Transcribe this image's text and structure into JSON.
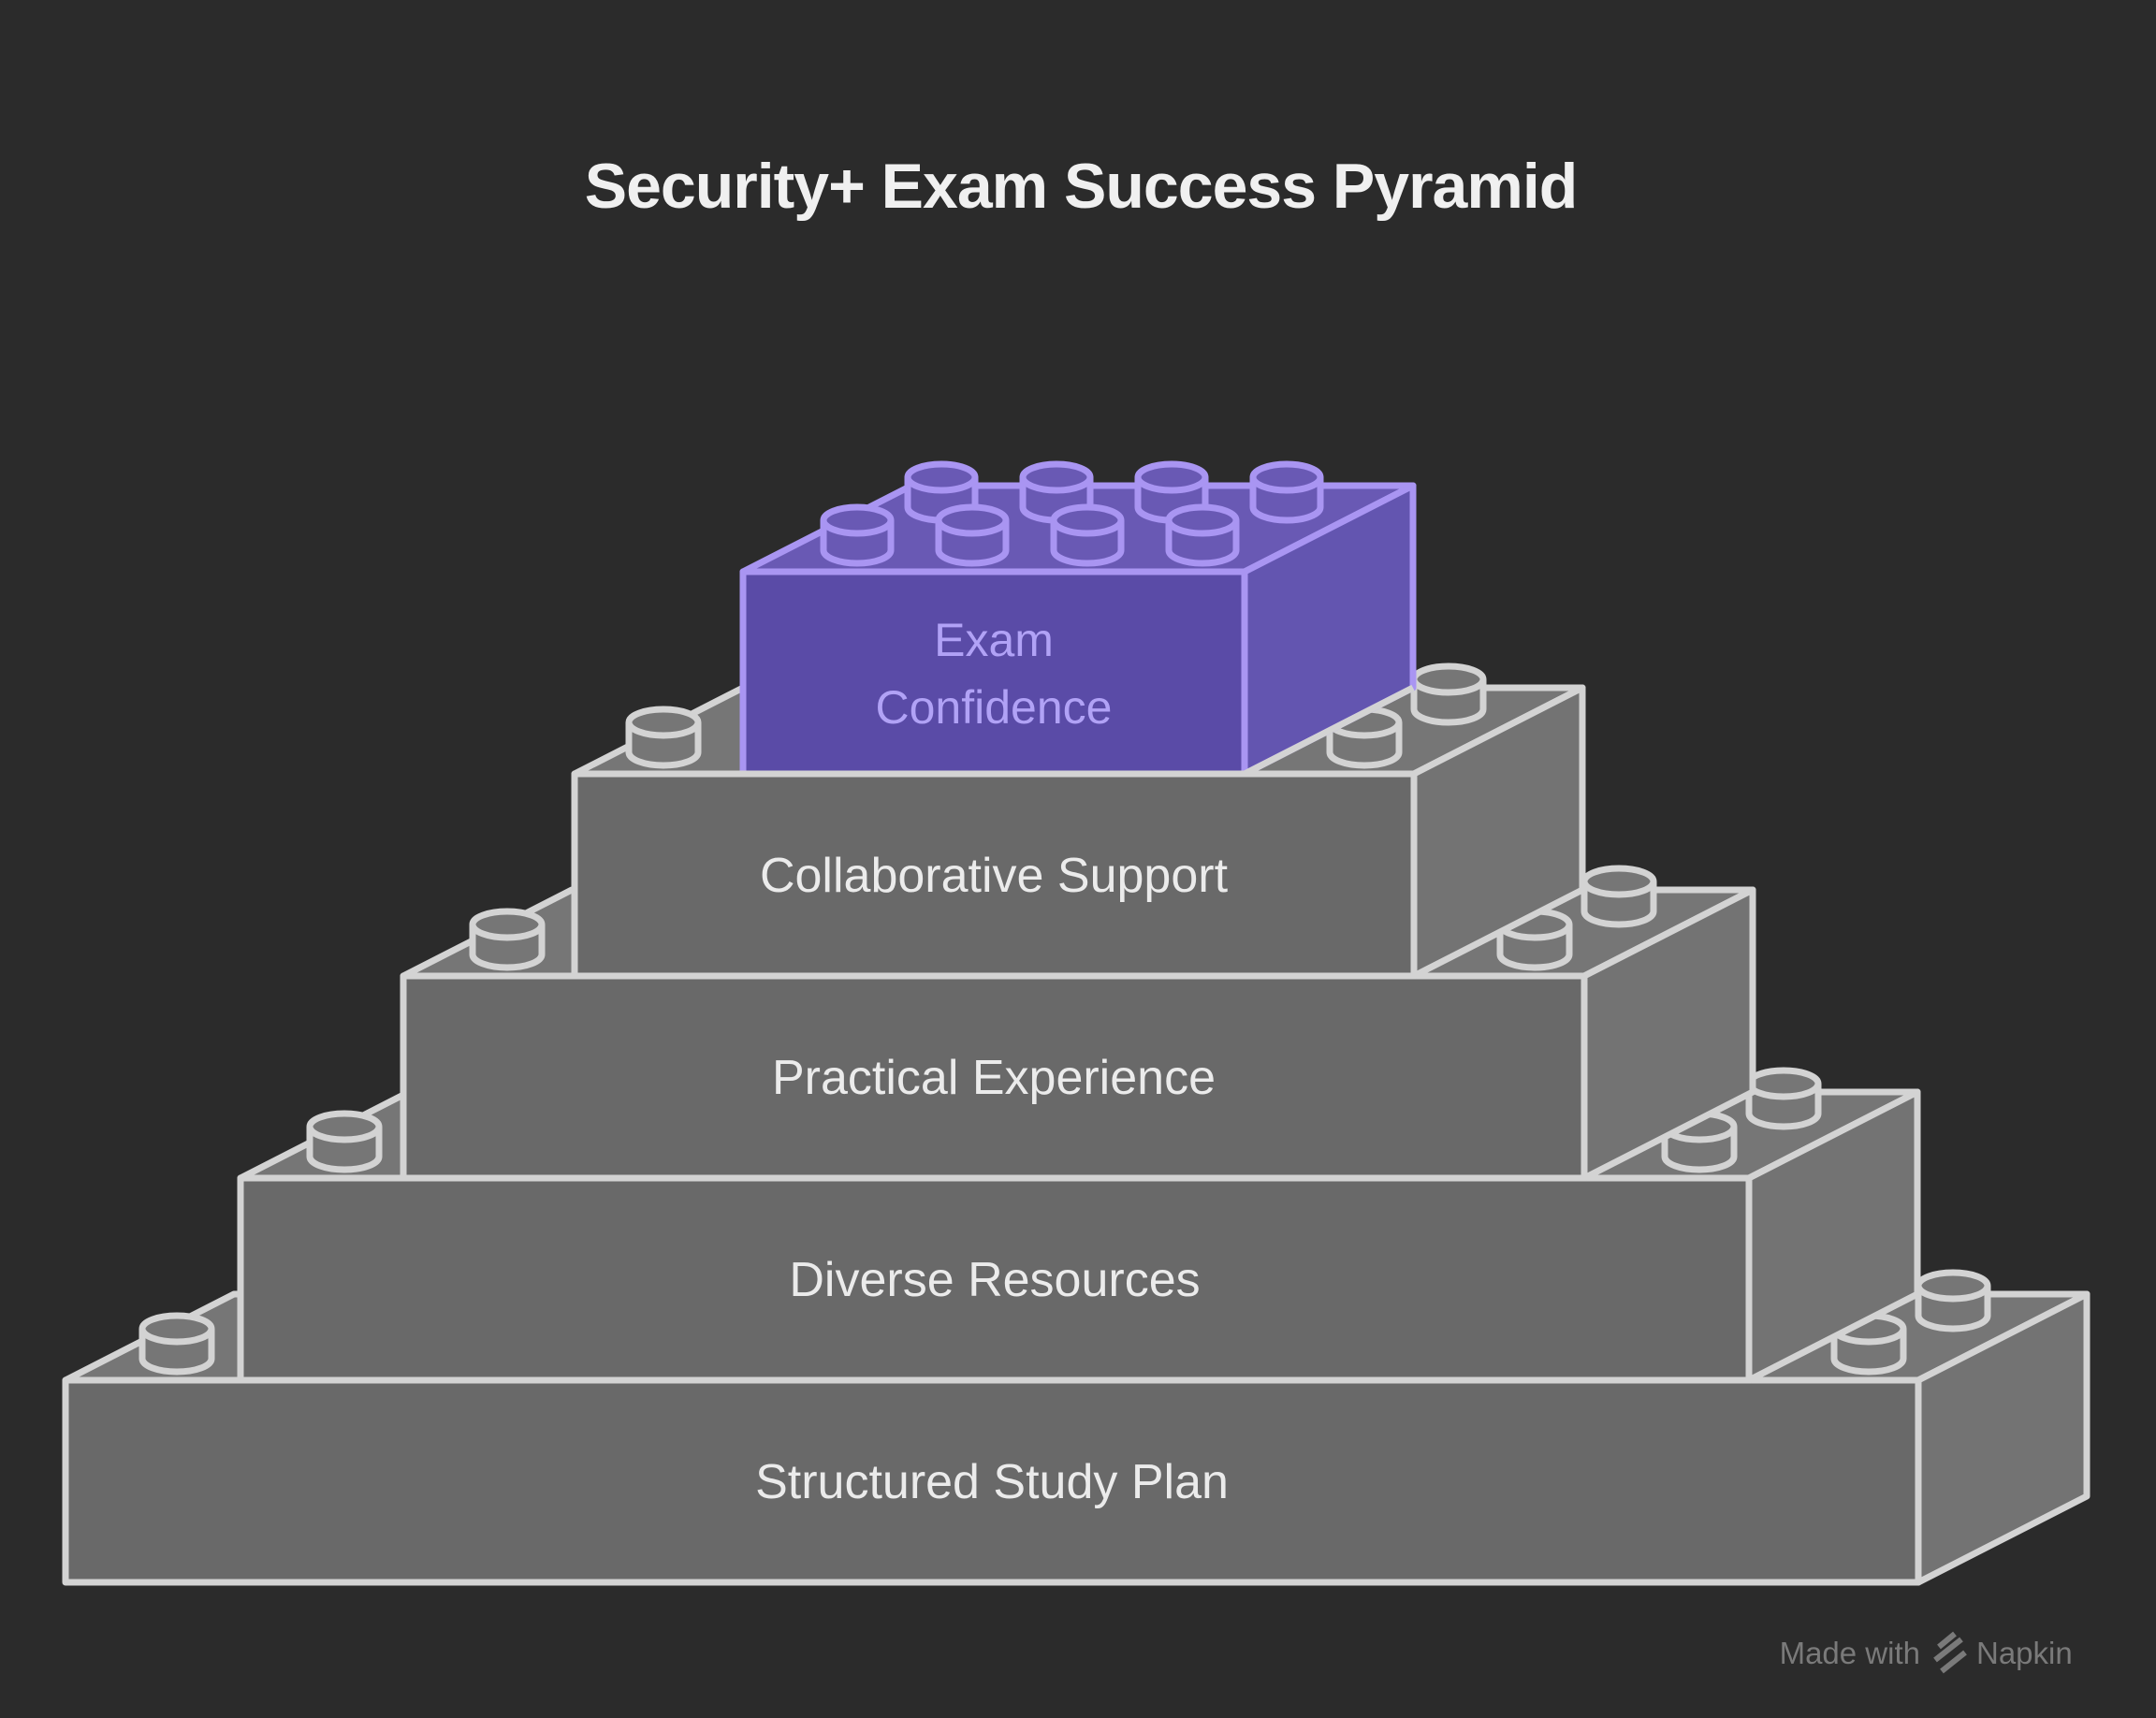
{
  "title": "Security+ Exam Success Pyramid",
  "pyramid": {
    "levels": [
      {
        "rank": 1,
        "label": "Structured Study Plan",
        "highlighted": false
      },
      {
        "rank": 2,
        "label": "Diverse Resources",
        "highlighted": false
      },
      {
        "rank": 3,
        "label": "Practical Experience",
        "highlighted": false
      },
      {
        "rank": 4,
        "label": "Collaborative Support",
        "highlighted": false
      },
      {
        "rank": 5,
        "label": "Exam Confidence",
        "label_lines": [
          "Exam",
          "Confidence"
        ],
        "highlighted": true
      }
    ]
  },
  "watermark": {
    "prefix": "Made with",
    "brand": "Napkin",
    "icon": "napkin-logo-icon"
  },
  "colors": {
    "background": "#2b2b2b",
    "gray_front": "#696969",
    "gray_top": "#767676",
    "gray_side": "#737373",
    "gray_stroke": "#d3d3d3",
    "gray_label": "#ebebeb",
    "purple_front": "#5a4ba7",
    "purple_top": "#6959b4",
    "purple_side": "#6355b0",
    "purple_stroke": "#a995f2",
    "purple_label": "#b1a2f6",
    "title_color": "#f0f0f0",
    "watermark_color": "#7a7a7a"
  }
}
